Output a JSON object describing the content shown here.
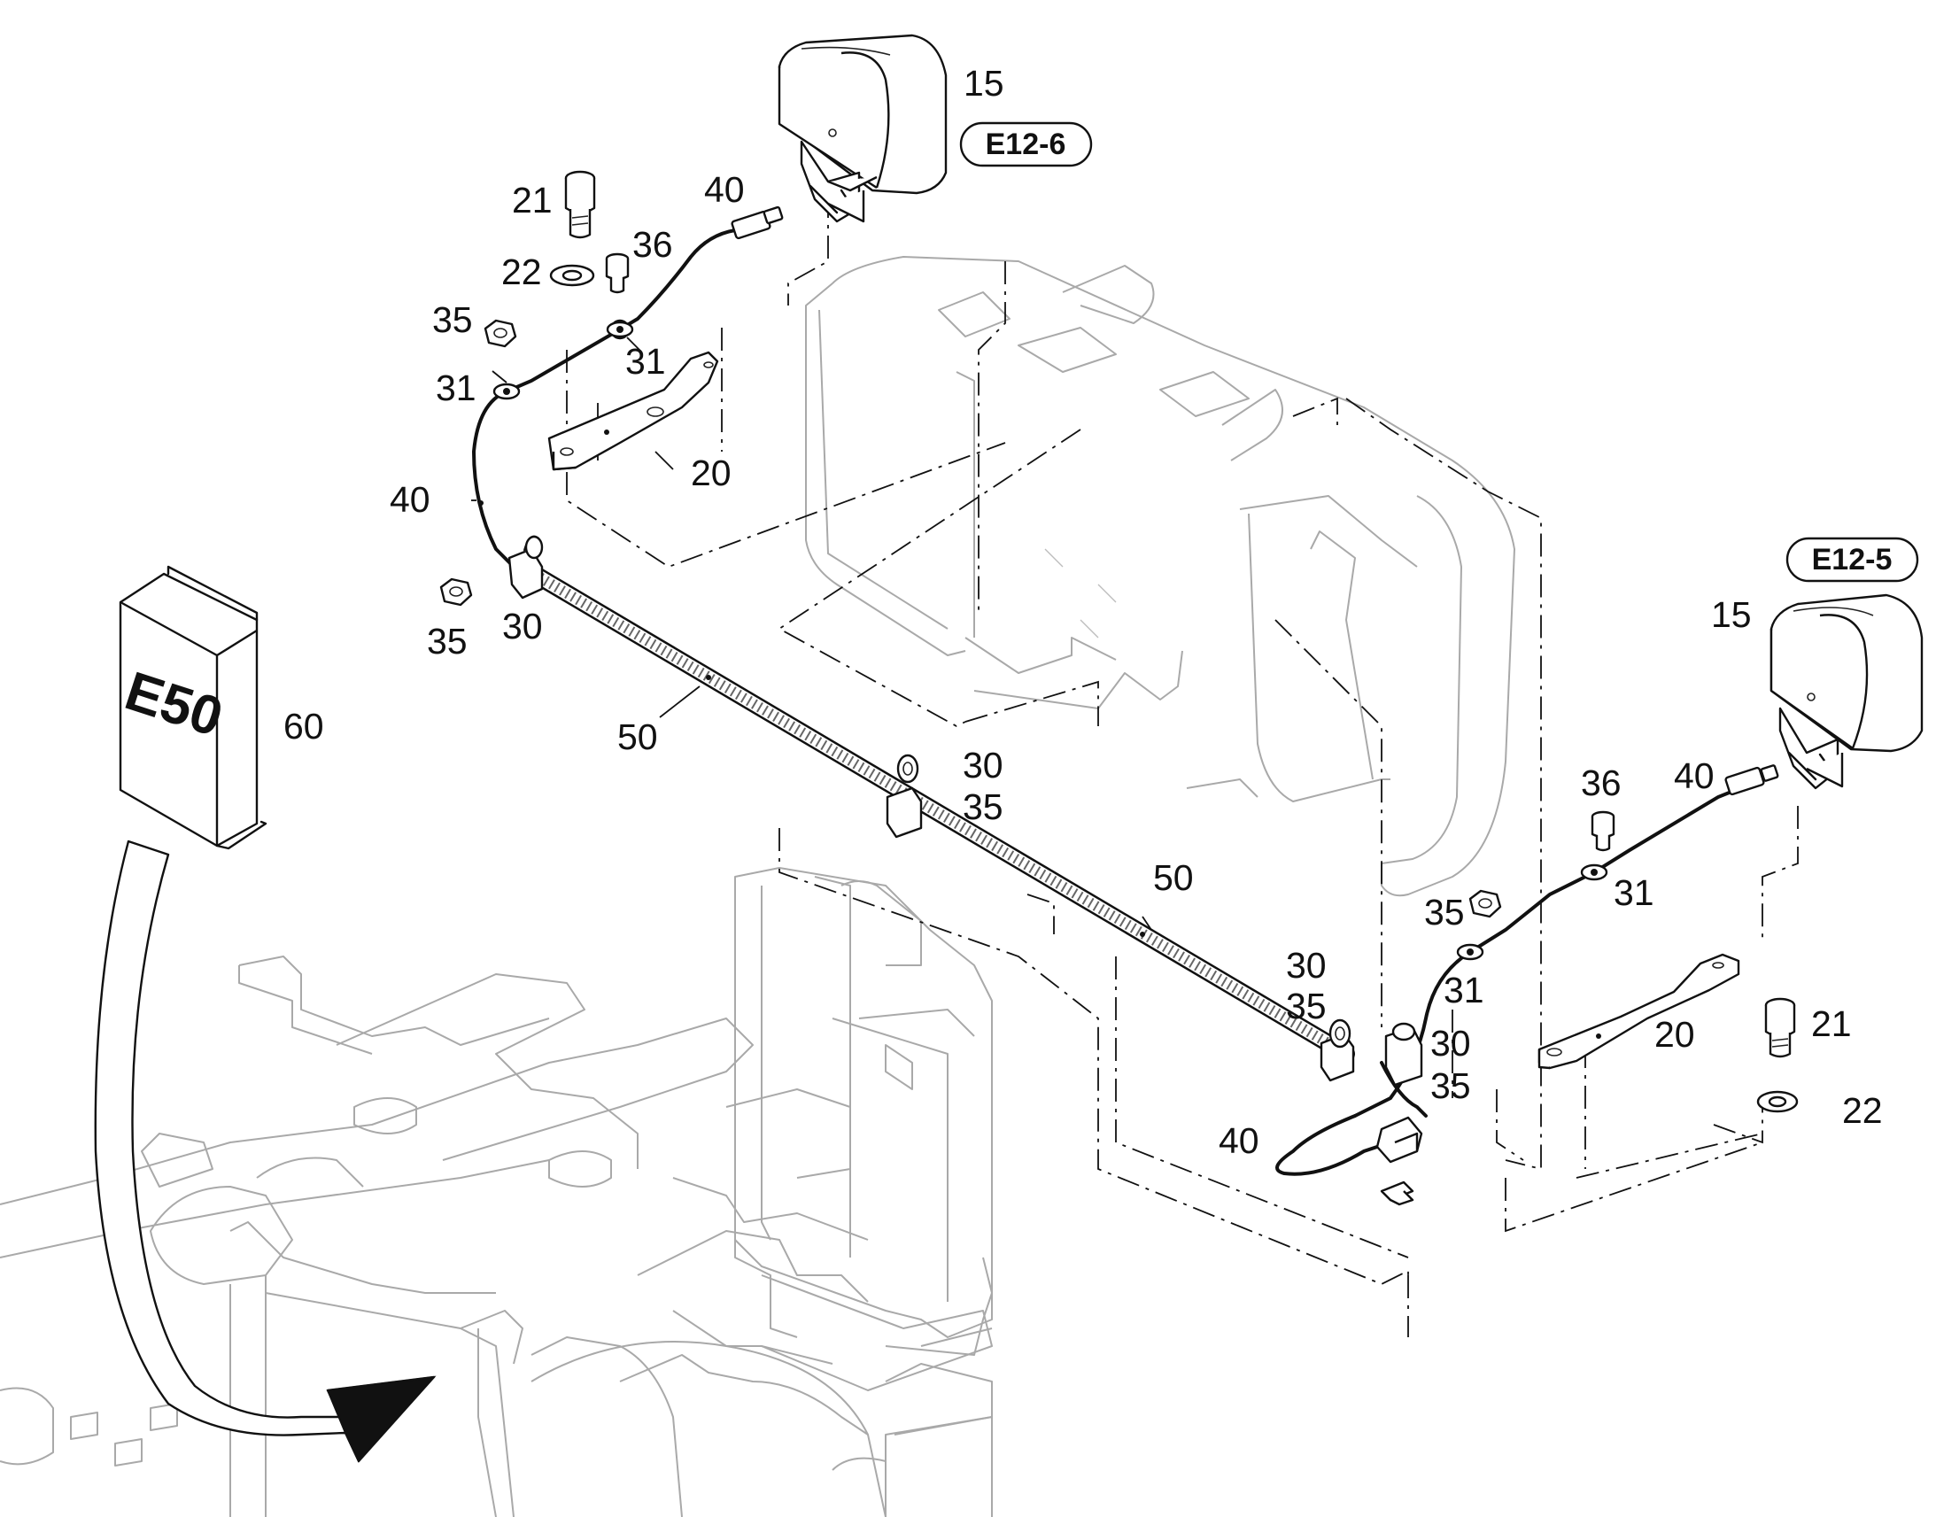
{
  "callouts": {
    "lamp_upper": "15",
    "ref_upper": "E12-6",
    "cable_upper": "40",
    "bolt_upper": "21",
    "washer_upper": "22",
    "screw_upper": "36",
    "nut_upper_a": "35",
    "clip_upper_a": "31",
    "clip_upper_b": "31",
    "bracket_upper": "20",
    "cable_upper_b": "40",
    "nut_left": "35",
    "clamp_left": "30",
    "tube_upper": "50",
    "clamp_mid": "30",
    "nut_mid": "35",
    "box": "60",
    "tube_lower": "50",
    "clamp_right_a": "30",
    "nut_right_a": "35",
    "clamp_right_b": "30",
    "nut_right_b": "35",
    "cable_lower": "40",
    "lamp_lower": "15",
    "ref_lower": "E12-5",
    "screw_lower": "36",
    "cable_lower_b": "40",
    "nut_lower": "35",
    "clip_lower_a": "31",
    "clip_lower_b": "31",
    "bracket_lower": "20",
    "bolt_lower": "21",
    "washer_lower": "22"
  },
  "box_label": "E50"
}
